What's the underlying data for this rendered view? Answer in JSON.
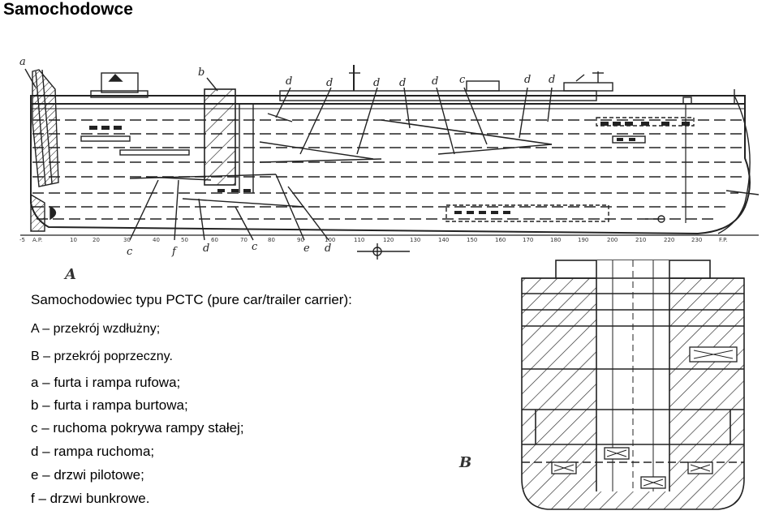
{
  "header": {
    "title": "Samochodowce"
  },
  "figure_a": {
    "section_label": "A",
    "callouts": [
      "a",
      "b",
      "d",
      "d",
      "d",
      "d",
      "d",
      "c",
      "d",
      "d",
      "c",
      "f",
      "d",
      "c",
      "e",
      "d"
    ],
    "frame_numbers": [
      "-5",
      "A.P.",
      "10",
      "20",
      "30",
      "40",
      "50",
      "60",
      "70",
      "80",
      "90",
      "100",
      "110",
      "120",
      "130",
      "140",
      "150",
      "160",
      "170",
      "180",
      "190",
      "200",
      "210",
      "220",
      "230",
      "F.P."
    ]
  },
  "figure_b": {
    "section_label": "B"
  },
  "caption": {
    "heading": "Samochodowiec typu PCTC (pure car/trailer carrier):",
    "lines": [
      "A – przekrój wzdłużny;",
      "B – przekrój poprzeczny.",
      "a – furta i rampa rufowa;",
      "b – furta i rampa burtowa;",
      "c – ruchoma pokrywa rampy stałej;",
      "d – rampa ruchoma;",
      "e – drzwi pilotowe;",
      "f – drzwi bunkrowe."
    ]
  }
}
